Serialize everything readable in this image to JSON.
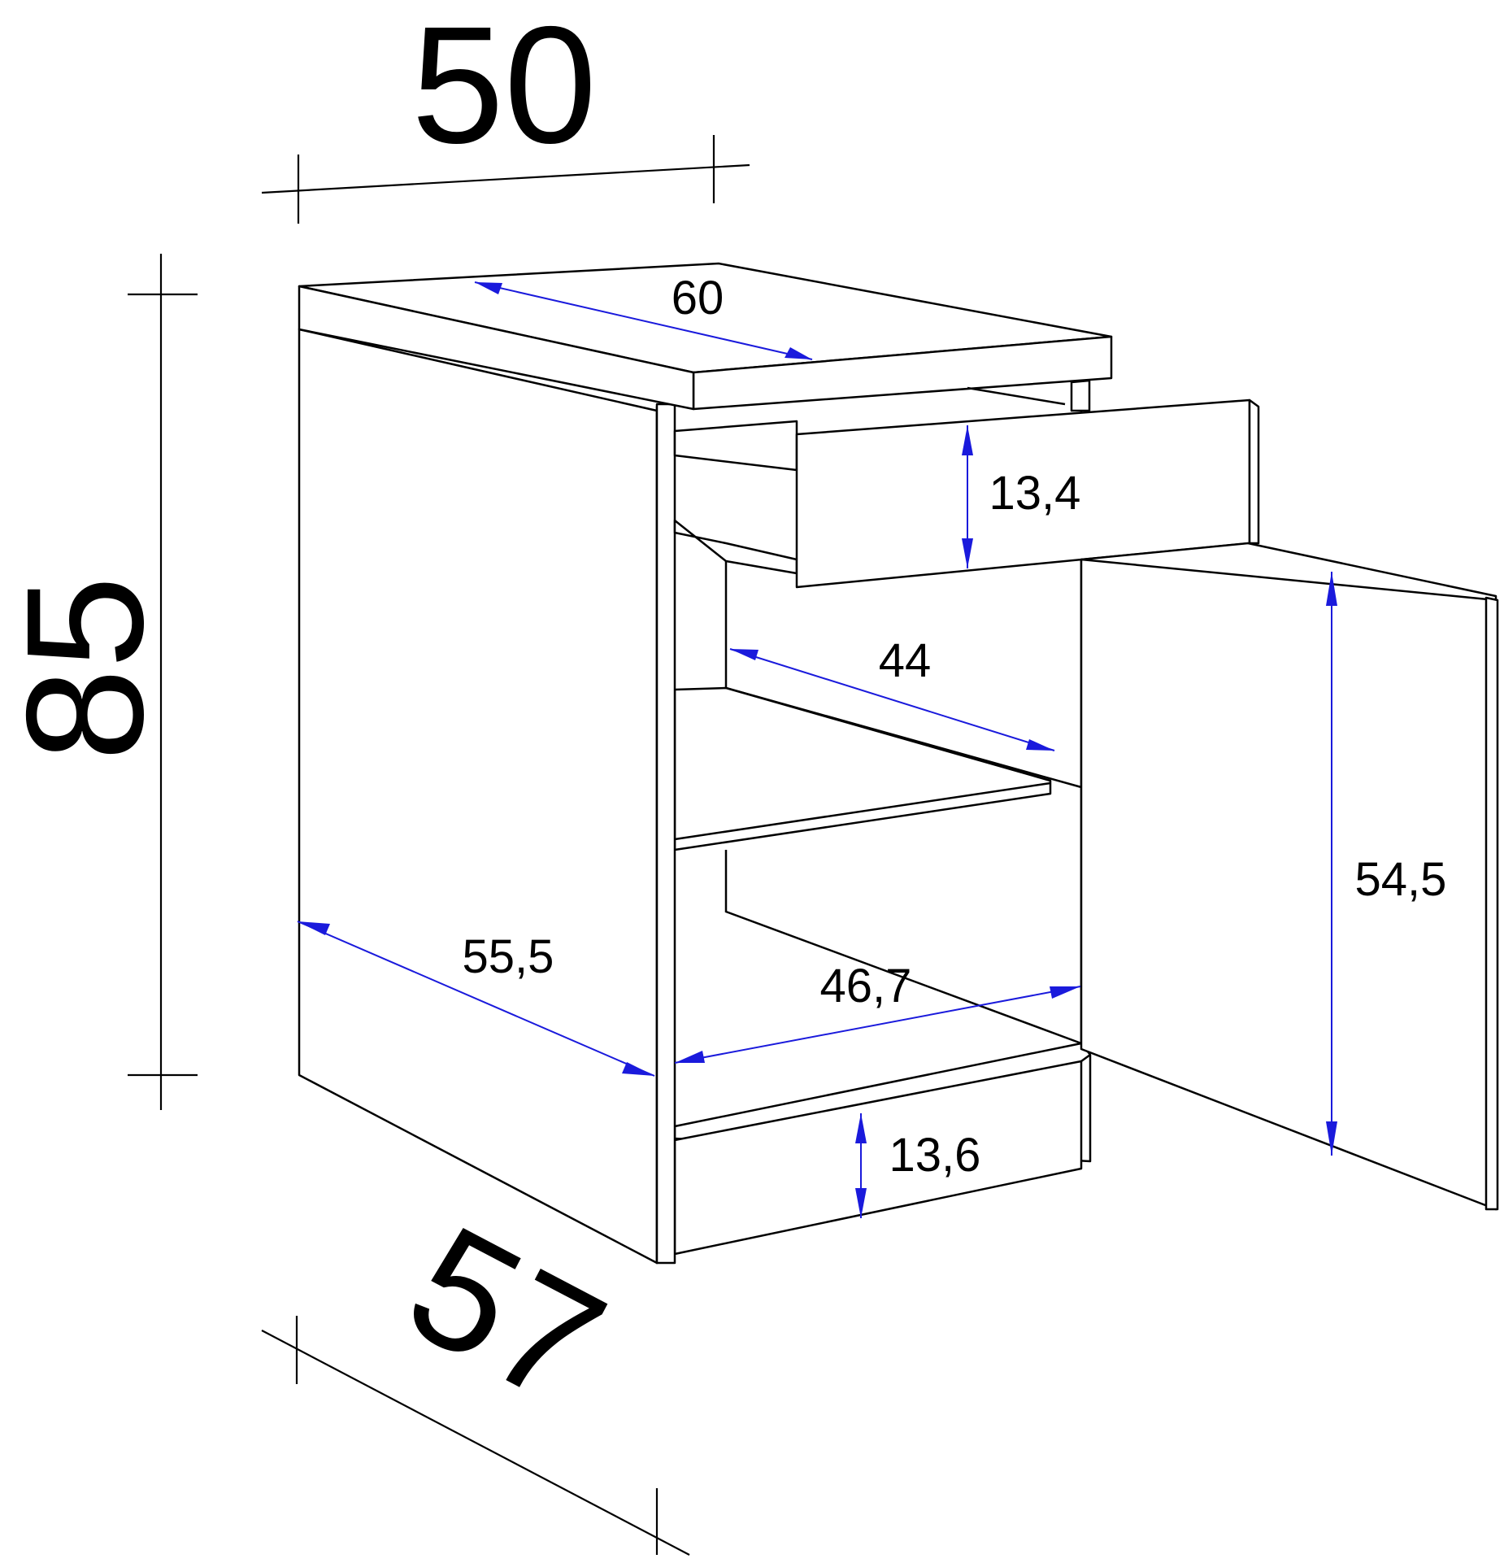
{
  "overall": {
    "width": "50",
    "height": "85",
    "depth": "57"
  },
  "inner": {
    "countertop_depth": "60",
    "drawer_front_height": "13,4",
    "shelf_depth": "44",
    "side_depth": "55,5",
    "inner_width": "46,7",
    "door_height": "54,5",
    "plinth_height": "13,6"
  },
  "colors": {
    "outline": "#000000",
    "dimension_arrows": "#1a1adc"
  }
}
